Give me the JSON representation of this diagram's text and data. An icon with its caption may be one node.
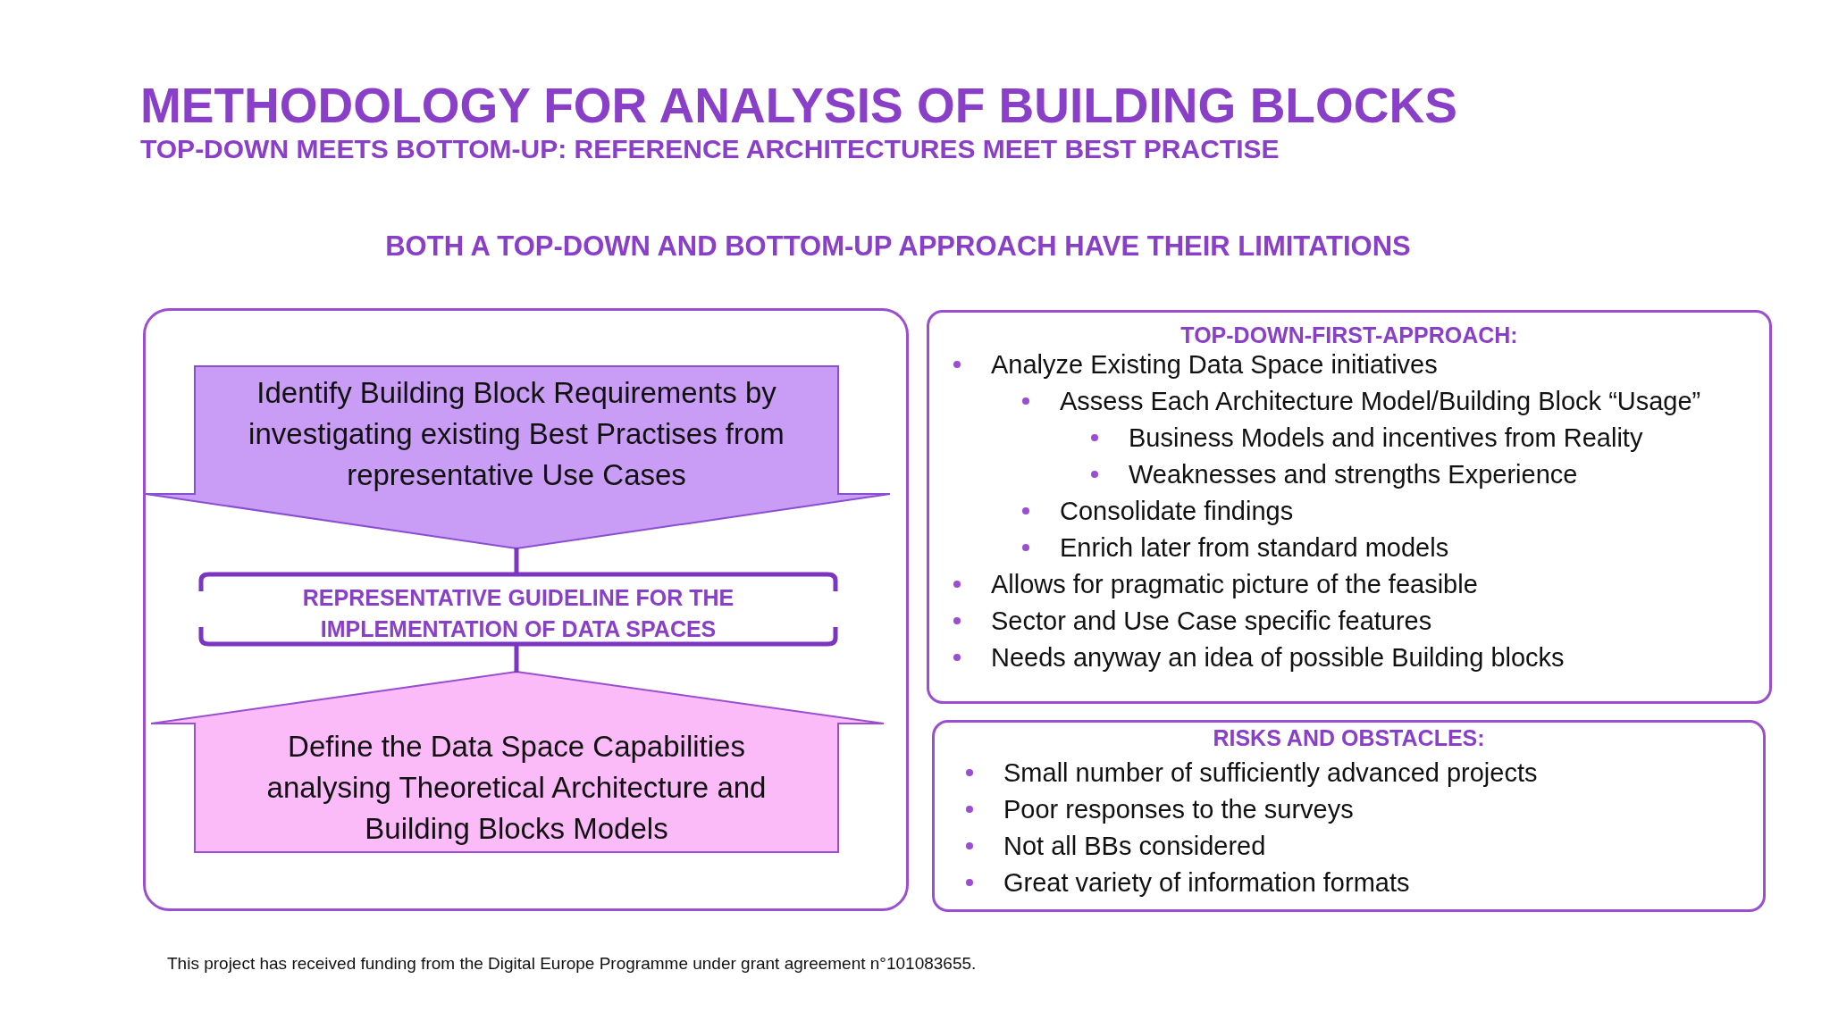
{
  "diagram": {
    "title": "METHODOLOGY FOR ANALYSIS OF BUILDING BLOCKS",
    "nodes": [
      {
        "text": [],
        "shape": "box"
      },
      {
        "text": [
          "Identify Building Block Requirements by investigating existing Best Practises from representative Use Cases"
        ],
        "in": 0
      },
      {
        "text": [
          "REPRESENTATIVE GUIDELINE FOR THE IMPLEMENTATION OF DATA SPACES"
        ],
        "in": 0
      },
      {
        "text": [
          "Define the Data Space Capabilities analysing Theoretical Architecture and Building Blocks Models"
        ],
        "in": 0
      },
      {
        "text": [
          "TOP-DOWN-FIRST-APPROACH:",
          "Analyze Existing Data Space initiatives",
          "Assess Each Architecture Model/Building Block “Usage”",
          "Business Models and incentives from Reality",
          "Weaknesses and strengths Experience",
          "Consolidate findings",
          "Enrich later from standard models",
          "Allows for pragmatic picture of the feasible",
          "Sector and Use Case specific features",
          "Needs anyway an idea of possible Building blocks"
        ]
      },
      {
        "text": [
          "RISKS AND OBSTACLES:",
          "Small number of sufficiently advanced projects",
          "Poor responses to the surveys",
          "Not all BBs considered",
          "Great variety of information formats"
        ]
      }
    ],
    "edges": [
      {
        "from": 1,
        "to": 2,
        "arrow": "none"
      },
      {
        "from": 3,
        "to": 2,
        "arrow": "none"
      }
    ],
    "labels": [
      "TOP-DOWN MEETS BOTTOM-UP: REFERENCE ARCHITECTURES MEET BEST PRACTISE",
      "BOTH A TOP-DOWN AND BOTTOM-UP APPROACH HAVE THEIR LIMITATIONS",
      "This project has received funding from the Digital Europe Programme under grant agreement n°101083655."
    ]
  }
}
